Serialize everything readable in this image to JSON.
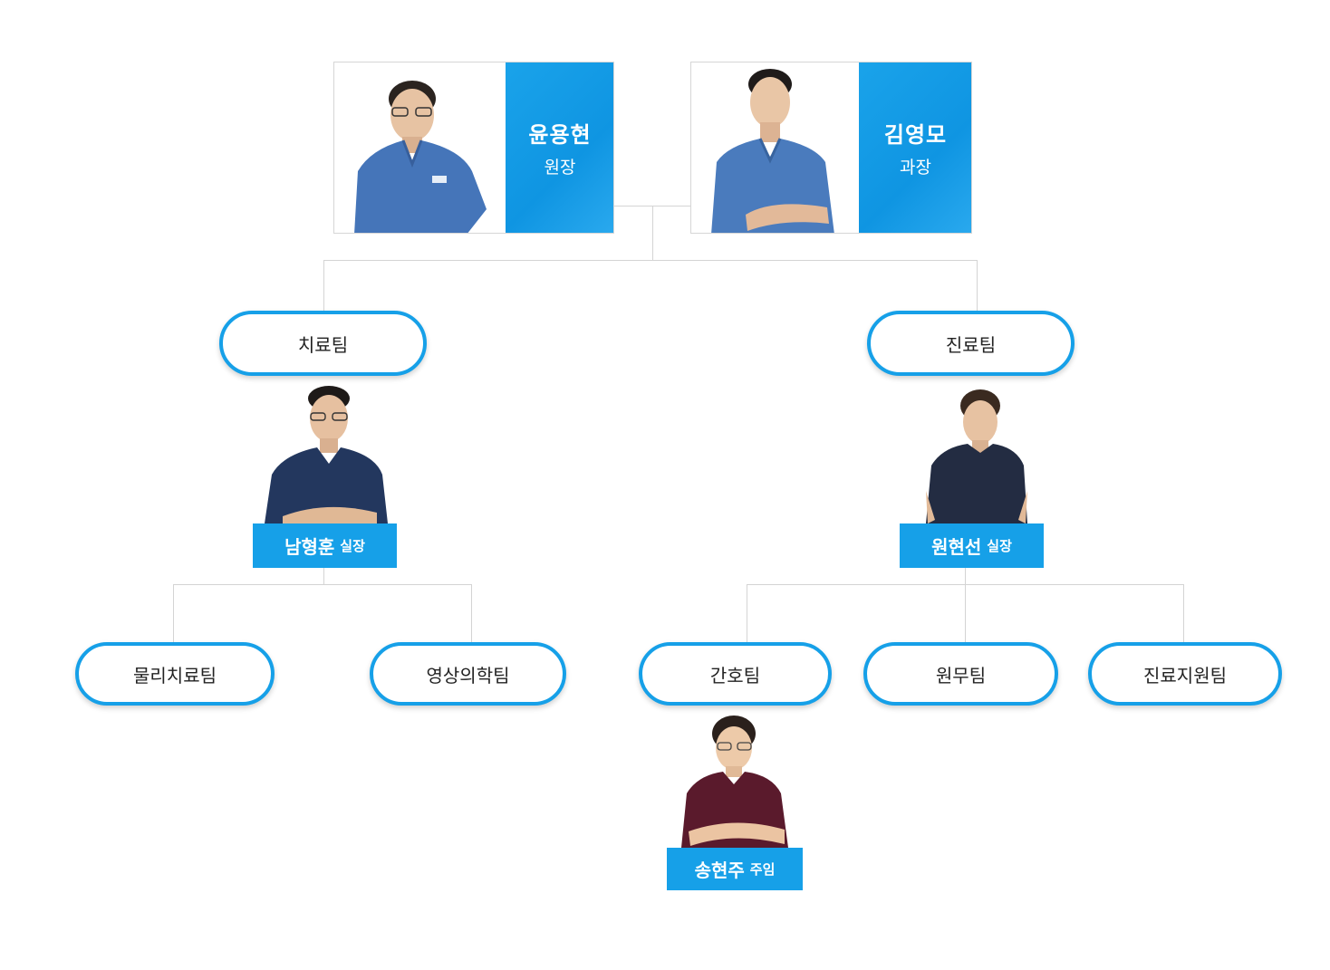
{
  "directors": [
    {
      "name": "윤용현",
      "role": "원장"
    },
    {
      "name": "김영모",
      "role": "과장"
    }
  ],
  "teams": {
    "therapy": {
      "label": "치료팀",
      "lead": {
        "name": "남형훈",
        "role": "실장"
      }
    },
    "clinic": {
      "label": "진료팀",
      "lead": {
        "name": "원현선",
        "role": "실장"
      }
    }
  },
  "subteams": {
    "physio": "물리치료팀",
    "imaging": "영상의학팀",
    "nursing": "간호팀",
    "admin": "원무팀",
    "support": "진료지원팀"
  },
  "nursing_lead": {
    "name": "송현주",
    "role": "주임"
  },
  "colors": {
    "accent": "#16a0e8",
    "connector": "#d4d4d4"
  }
}
